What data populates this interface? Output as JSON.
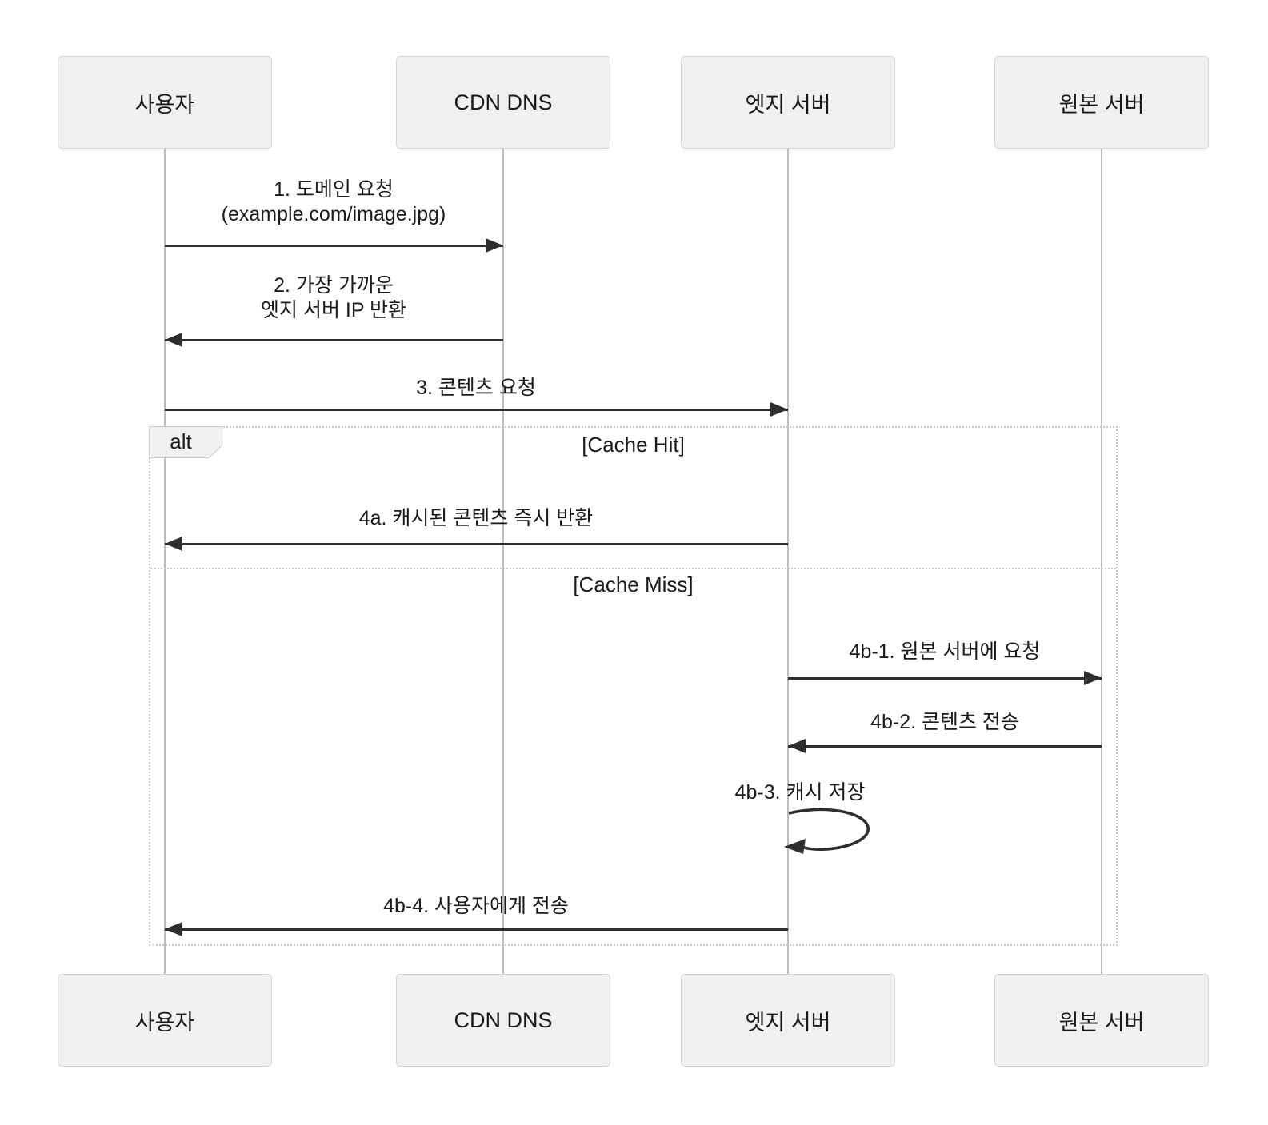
{
  "diagram_type": "sequence-diagram",
  "actors": [
    {
      "name": "사용자"
    },
    {
      "name": "CDN DNS"
    },
    {
      "name": "엣지 서버"
    },
    {
      "name": "원본 서버"
    }
  ],
  "messages": [
    {
      "from": "사용자",
      "to": "CDN DNS",
      "direction": "right",
      "label": "1. 도메인 요청\n(example.com/image.jpg)"
    },
    {
      "from": "CDN DNS",
      "to": "사용자",
      "direction": "left",
      "label": "2. 가장 가까운\n엣지 서버 IP 반환"
    },
    {
      "from": "사용자",
      "to": "엣지 서버",
      "direction": "right",
      "label": "3. 콘텐츠 요청"
    },
    {
      "from": "엣지 서버",
      "to": "사용자",
      "direction": "left",
      "label": "4a. 캐시된 콘텐츠 즉시 반환"
    },
    {
      "from": "엣지 서버",
      "to": "원본 서버",
      "direction": "right",
      "label": "4b-1. 원본 서버에 요청"
    },
    {
      "from": "원본 서버",
      "to": "엣지 서버",
      "direction": "left",
      "label": "4b-2. 콘텐츠 전송"
    },
    {
      "from": "엣지 서버",
      "to": "엣지 서버",
      "direction": "self",
      "label": "4b-3. 캐시 저장"
    },
    {
      "from": "엣지 서버",
      "to": "사용자",
      "direction": "left",
      "label": "4b-4. 사용자에게 전송"
    }
  ],
  "alt_frame": {
    "operator": "alt",
    "sections": [
      {
        "condition": "[Cache Hit]"
      },
      {
        "condition": "[Cache Miss]"
      }
    ]
  },
  "colors": {
    "background": "#ffffff",
    "actor-fill": "#f0f0f0",
    "actor-border": "#d4d4d4",
    "lifeline": "#bdbdbd",
    "arrow": "#2e2e2e",
    "text": "#1a1a1a",
    "frame-border": "#c9c9c9",
    "tab-fill": "#f0f0f0",
    "tab-border": "#cccccc"
  }
}
